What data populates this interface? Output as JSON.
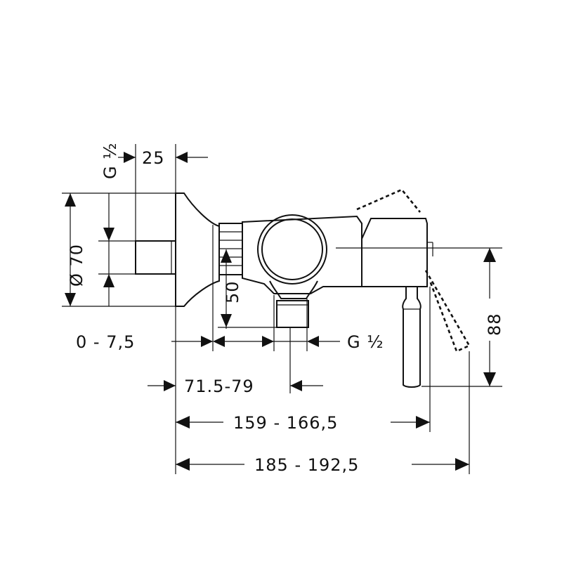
{
  "dimensions": {
    "thread_left": "G ½",
    "depth": "25",
    "diameter": "Ø 70",
    "height_50": "50",
    "range_0_75": "0 - 7,5",
    "thread_outlet": "G ½",
    "range_715_79": "71.5-79",
    "range_159_1665": "159 - 166,5",
    "range_185_1925": "185 - 192,5",
    "height_88": "88"
  }
}
